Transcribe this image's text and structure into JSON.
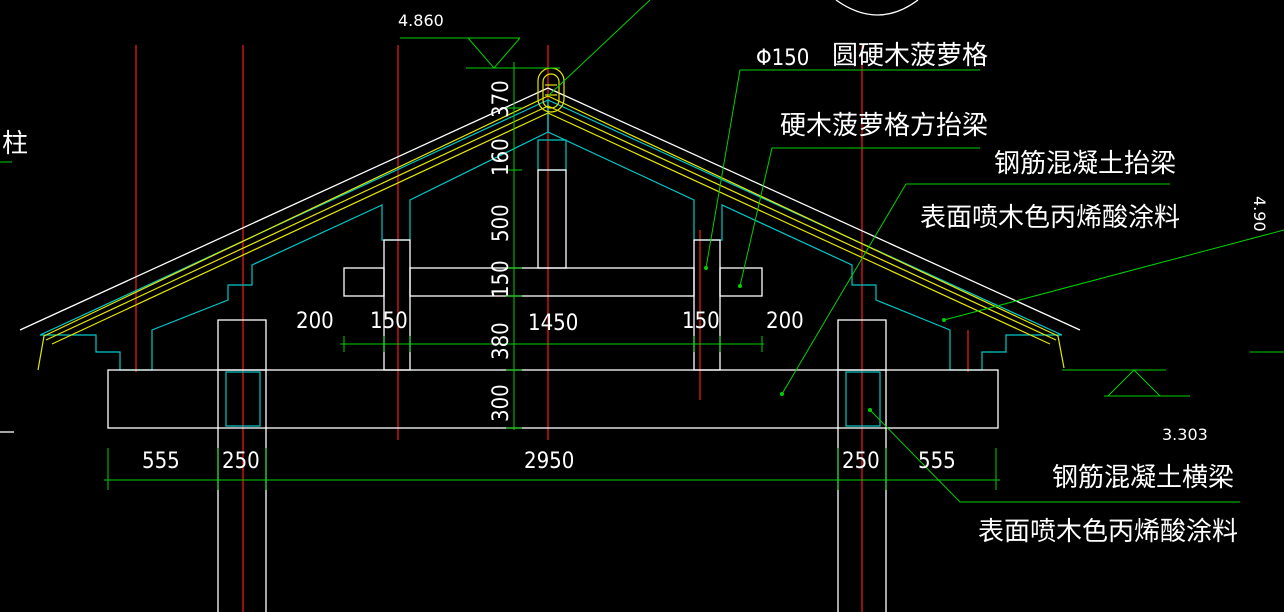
{
  "labels": {
    "column_char": "柱",
    "round_bar": "Φ150",
    "round_bar_desc": "圆硬木菠萝格",
    "square_beam": "硬木菠萝格方抬梁",
    "rc_lift_beam": "钢筋混凝土抬梁",
    "paint_note_1": "表面喷木色丙烯酸涂料",
    "rc_cross_beam": "钢筋混凝土横梁",
    "paint_note_2": "表面喷木色丙烯酸涂料"
  },
  "elevations": {
    "top": "4.860",
    "eave": "3.303",
    "right_partial": "4.90"
  },
  "dims": {
    "v1": "370",
    "v2": "160",
    "v3": "500",
    "v4": "150",
    "v5": "380",
    "v6": "300",
    "h_200_left": "200",
    "h_150_left": "150",
    "h_1450": "1450",
    "h_150_right": "150",
    "h_200_right": "200",
    "b_555_left": "555",
    "b_250_left": "250",
    "b_2950": "2950",
    "b_250_right": "250",
    "b_555_right": "555"
  },
  "colors": {
    "background": "#000000",
    "outline": "#ffffff",
    "dimension": "#00d000",
    "axis": "#e01818",
    "section_fill": "#00c8c8",
    "roof_tile": "#e6e600"
  }
}
